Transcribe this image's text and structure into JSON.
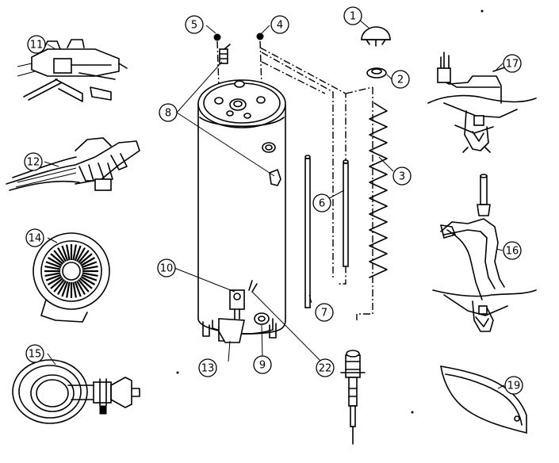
{
  "callouts": [
    {
      "id": "c1",
      "label": "1"
    },
    {
      "id": "c2",
      "label": "2"
    },
    {
      "id": "c3",
      "label": "3"
    },
    {
      "id": "c4",
      "label": "4"
    },
    {
      "id": "c5",
      "label": "5"
    },
    {
      "id": "c6",
      "label": "6"
    },
    {
      "id": "c7",
      "label": "7"
    },
    {
      "id": "c8",
      "label": "8"
    },
    {
      "id": "c9",
      "label": "9"
    },
    {
      "id": "c10",
      "label": "10"
    },
    {
      "id": "c11",
      "label": "11"
    },
    {
      "id": "c12",
      "label": "12"
    },
    {
      "id": "c13",
      "label": "13"
    },
    {
      "id": "c14",
      "label": "14"
    },
    {
      "id": "c15",
      "label": "15"
    },
    {
      "id": "c16",
      "label": "16"
    },
    {
      "id": "c17",
      "label": "17"
    },
    {
      "id": "c19",
      "label": "19"
    },
    {
      "id": "c22",
      "label": "22"
    }
  ]
}
